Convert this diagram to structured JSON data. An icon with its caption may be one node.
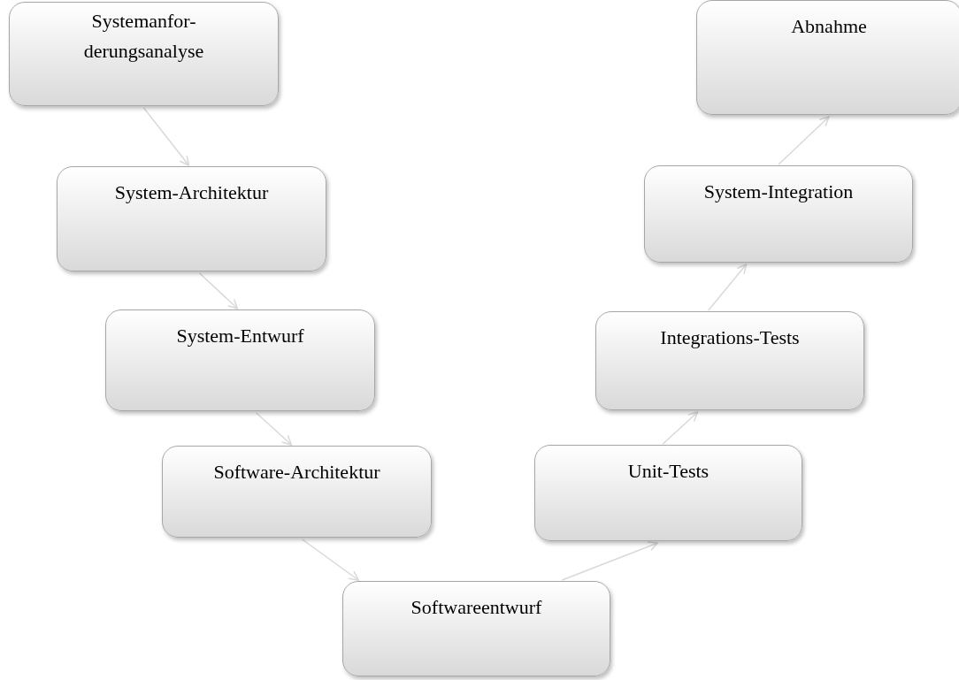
{
  "diagram": {
    "nodes": [
      {
        "text": [
          "Systemanfor- derungsanalyse"
        ]
      },
      {
        "text": [
          "System-Architektur"
        ]
      },
      {
        "text": [
          "System-Entwurf"
        ]
      },
      {
        "text": [
          "Software-Architektur"
        ]
      },
      {
        "text": [
          "Softwareentwurf"
        ]
      },
      {
        "text": [
          "Unit-Tests"
        ]
      },
      {
        "text": [
          "Integrations-Tests"
        ]
      },
      {
        "text": [
          "System-Integration"
        ]
      },
      {
        "text": [
          "Abnahme"
        ]
      }
    ],
    "edges": [
      {
        "from": 0,
        "to": 1,
        "arrow": "to"
      },
      {
        "from": 1,
        "to": 2,
        "arrow": "to"
      },
      {
        "from": 2,
        "to": 3,
        "arrow": "to"
      },
      {
        "from": 3,
        "to": 4,
        "arrow": "to"
      },
      {
        "from": 4,
        "to": 5,
        "arrow": "to"
      },
      {
        "from": 5,
        "to": 6,
        "arrow": "to"
      },
      {
        "from": 6,
        "to": 7,
        "arrow": "to"
      },
      {
        "from": 7,
        "to": 8,
        "arrow": "to"
      }
    ]
  }
}
